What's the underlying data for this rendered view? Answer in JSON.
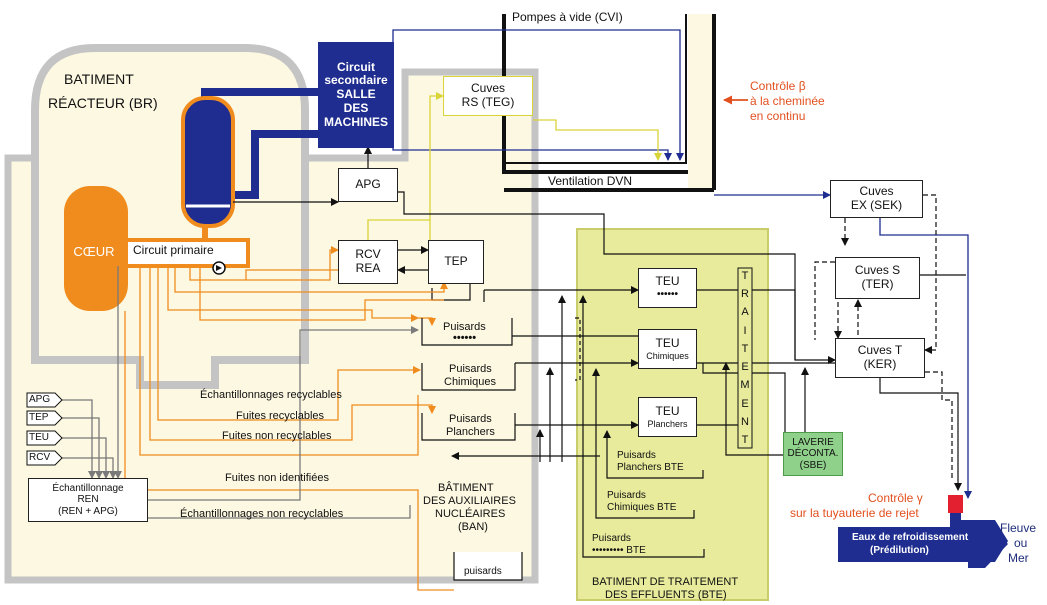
{
  "colors": {
    "reactor_building_fill": "#fdf8e1",
    "reactor_building_border": "#c4c4c4",
    "ban_fill": "#fdf8e1",
    "bte_fill": "#e7eb9b",
    "orange": "#f08c1e",
    "navy": "#1e2d8f",
    "yellow_line": "#e9e64a",
    "grey_line": "#7a7a7a",
    "red_text": "#e2501f",
    "laverie_fill": "#8fd08a"
  },
  "reactor_building": {
    "title_line1": "BATIMENT",
    "title_line2": "RÉACTEUR (BR)"
  },
  "core_label": "CŒUR",
  "primary_circuit_label": "Circuit primaire",
  "secondary_circuit": {
    "line1": "Circuit",
    "line2": "secondaire",
    "line3": "SALLE",
    "line4": "DES",
    "line5": "MACHINES"
  },
  "pumps_label": "Pompes à vide (CVI)",
  "beta_control": {
    "line1": "Contrôle β",
    "line2": "à la cheminée",
    "line3": "en continu"
  },
  "ventilation_label": "Ventilation DVN",
  "cuves_rs": {
    "line1": "Cuves",
    "line2": "RS (TEG)"
  },
  "apg_label": "APG",
  "rcv": {
    "line1": "RCV",
    "line2": "REA"
  },
  "tep_label": "TEP",
  "puisards": {
    "top_line1": "Puisards",
    "top_line2": "••••••",
    "chim_line1": "Puisards",
    "chim_line2": "Chimiques",
    "plan_line1": "Puisards",
    "plan_line2": "Planchers",
    "bottom": "puisards"
  },
  "ban": {
    "line1": "BÂTIMENT",
    "line2": "DES AUXILIAIRES",
    "line3": "NUCLÉAIRES",
    "line4": "(BAN)"
  },
  "flow_labels": {
    "ech_recyclables": "Échantillonnages recyclables",
    "fuites_recyclables": "Fuites recyclables",
    "fuites_non_recyclables": "Fuites non recyclables",
    "fuites_non_identifiees": "Fuites non identifiées",
    "ech_non_recyclables": "Échantillonnages  non recyclables"
  },
  "sample_sources": [
    "APG",
    "TEP",
    "TEU",
    "RCV"
  ],
  "echantillonnage": {
    "line1": "Échantillonnage",
    "line2": "REN",
    "line3": "(REN + APG)"
  },
  "teu": {
    "top_line1": "TEU",
    "top_line2": "••••••",
    "chim_line1": "TEU",
    "chim_line2": "Chimiques",
    "plan_line1": "TEU",
    "plan_line2": "Planchers"
  },
  "traitement_letters": [
    "T",
    "R",
    "A",
    "I",
    "T",
    "E",
    "M",
    "E",
    "N",
    "T"
  ],
  "bte_puisards": {
    "planchers_line1": "Puisards",
    "planchers_line2": "Planchers BTE",
    "chimiques_line1": "Puisards",
    "chimiques_line2": "Chimiques BTE",
    "bottom_line1": "Puisards",
    "bottom_line2": "••••••••• BTE"
  },
  "bte": {
    "line1": "BATIMENT DE TRAITEMENT",
    "line2": "DES EFFLUENTS (BTE)"
  },
  "laverie": {
    "line1": "LAVERIE",
    "line2": "DÉCONTA.",
    "line3": "(SBE)"
  },
  "cuves_ex": {
    "line1": "Cuves",
    "line2": "EX (SEK)"
  },
  "cuves_s": {
    "line1": "Cuves S",
    "line2": "(TER)"
  },
  "cuves_t": {
    "line1": "Cuves T",
    "line2": "(KER)"
  },
  "gamma_control": {
    "line1": "Contrôle γ",
    "line2": "sur la tuyauterie de rejet"
  },
  "cooling_water": {
    "line1": "Eaux de refroidissement",
    "line2": "(Prédilution)"
  },
  "outlet": {
    "line1": "Fleuve",
    "line2": "ou",
    "line3": "Mer"
  }
}
